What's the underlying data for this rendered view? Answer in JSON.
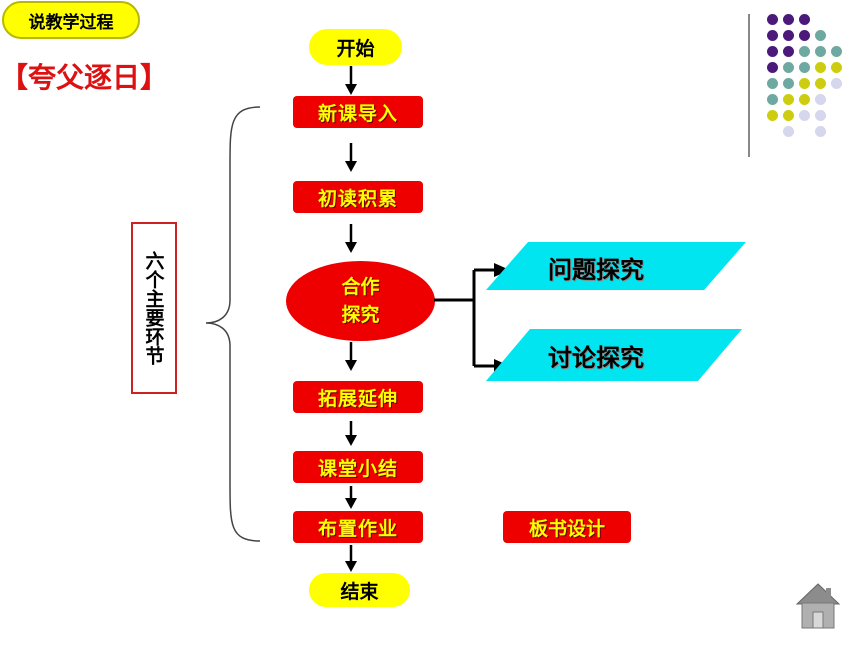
{
  "header": {
    "badge": "说教学过程",
    "lesson_title": "【夸父逐日】"
  },
  "section": {
    "label": "六个主要环节"
  },
  "flow": {
    "start": "开始",
    "steps": [
      "新课导入",
      "初读积累",
      "合作探究",
      "拓展延伸",
      "课堂小结",
      "布置作业"
    ],
    "end": "结束",
    "branches": [
      "问题探究",
      "讨论探究"
    ]
  },
  "side": {
    "board_button": "板书设计"
  },
  "colors": {
    "step_fill": "#ee0000",
    "step_text": "#ffff00",
    "pill_fill": "#ffff00",
    "branch_fill": "#00e5f0",
    "dot_purple": "#4b1a78",
    "dot_teal": "#6fa8a0",
    "dot_olive": "#cccc11",
    "dot_lavender": "#d6d6ec"
  },
  "icons": {
    "home": "home-icon"
  }
}
